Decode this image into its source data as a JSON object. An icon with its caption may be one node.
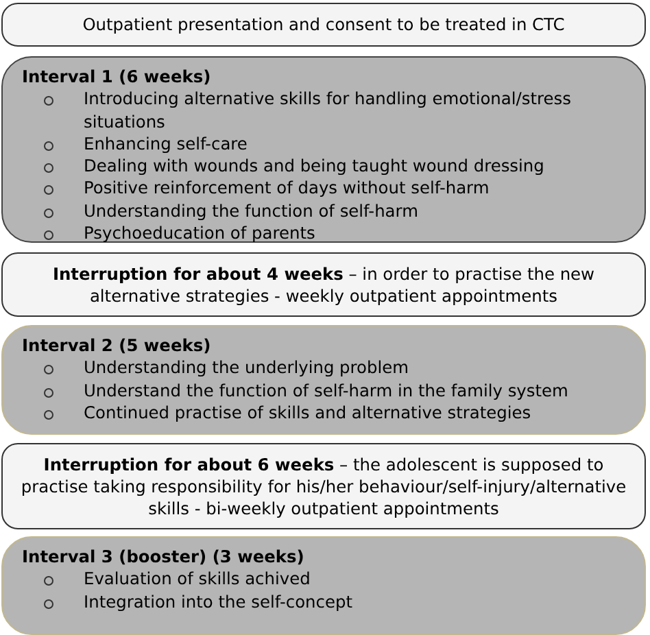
{
  "diagram": {
    "nodes": [
      {
        "text": [
          "Outpatient presentation and consent to be treated in CTC"
        ]
      },
      {
        "text": [
          "Interval 1 (6 weeks)",
          "Introducing alternative skills for handling emotional/stress situations",
          "Enhancing self-care",
          "Dealing with wounds and being taught wound dressing",
          "Positive reinforcement of days without self-harm",
          "Understanding the function of self-harm",
          "Psychoeducation of parents"
        ]
      },
      {
        "text": [
          "**Interruption for about 4 weeks** – in order to practise the new alternative strategies -  weekly outpatient appointments"
        ]
      },
      {
        "text": [
          "Interval 2 (5 weeks)",
          "Understanding the underlying problem",
          "Understand the function of self-harm in the family system",
          "Continued practise of skills and alternative strategies"
        ]
      },
      {
        "text": [
          "**Interruption for about 6 weeks** – the adolescent is supposed to practise taking responsibility for his/her behaviour/self-injury/alternative skills - bi-weekly outpatient appointments"
        ]
      },
      {
        "text": [
          "Interval 3 (booster) (3 weeks)",
          "Evaluation of skills achived",
          "Integration into the self-concept"
        ]
      }
    ]
  }
}
